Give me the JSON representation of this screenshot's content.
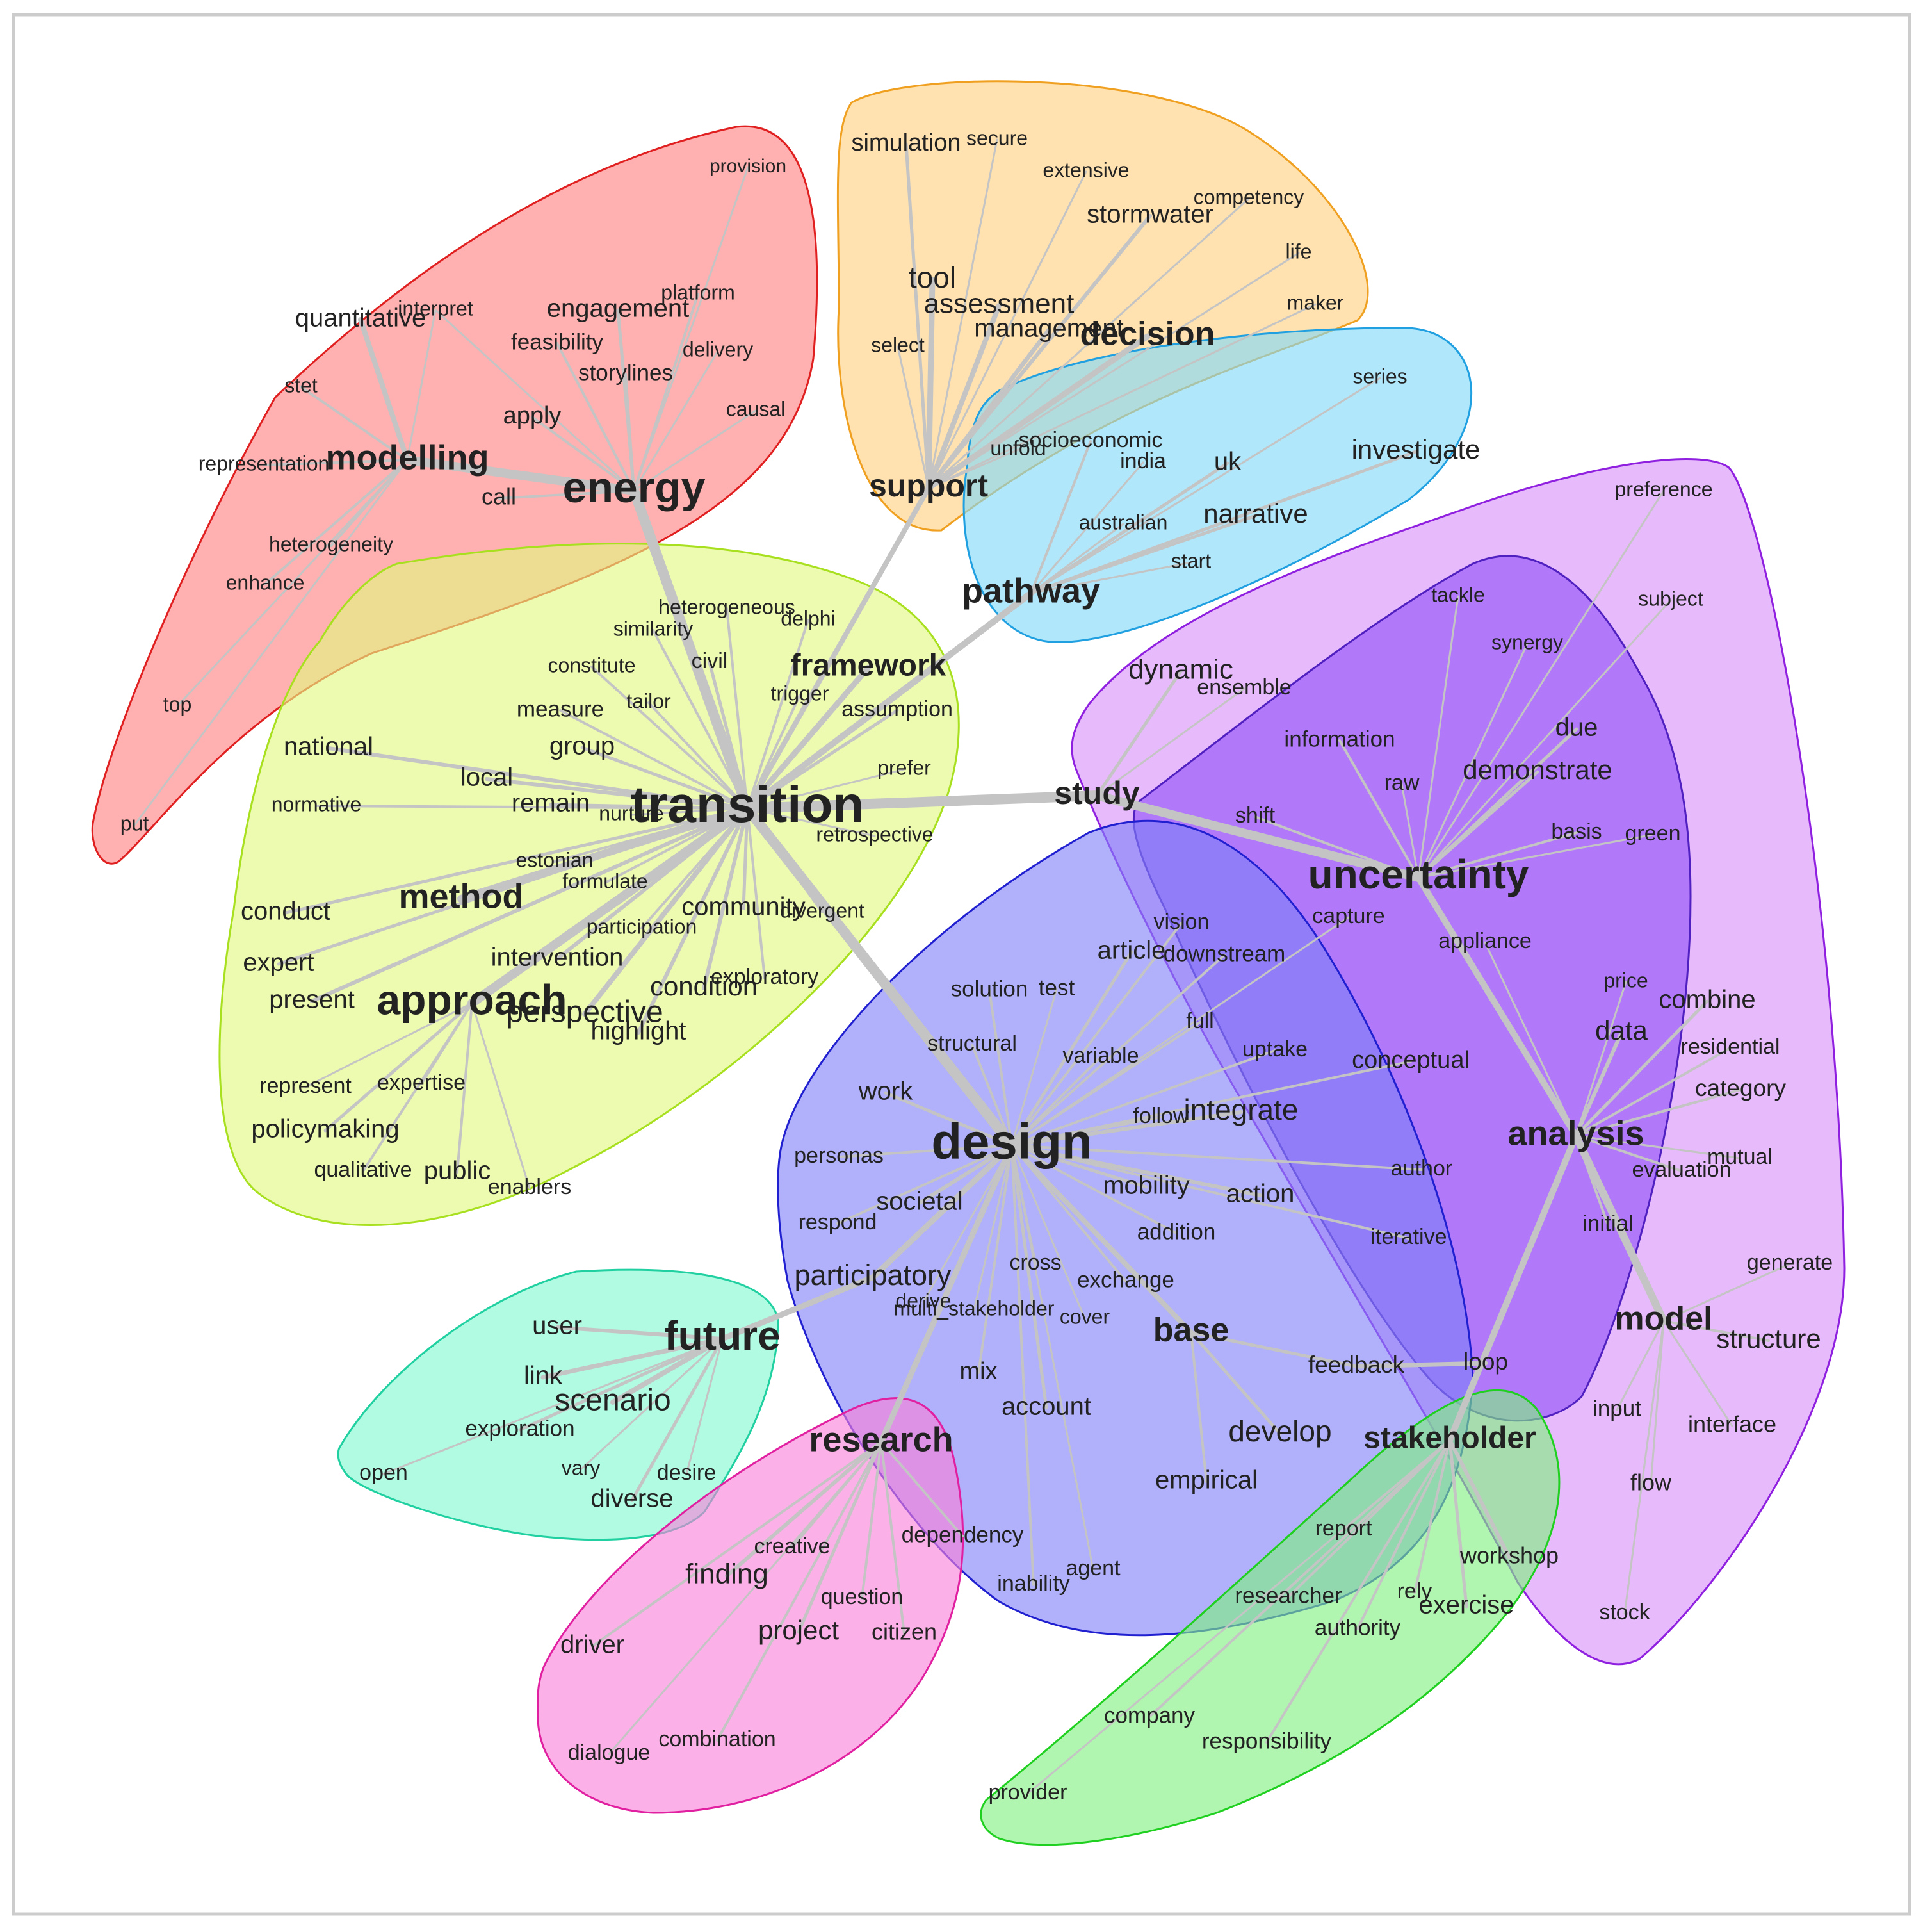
{
  "clusters": [
    {
      "id": "energy",
      "fill": "#ff8080",
      "stroke": "#e02020"
    },
    {
      "id": "support",
      "fill": "#ffd080",
      "stroke": "#f0a020"
    },
    {
      "id": "pathway",
      "fill": "#80d8f8",
      "stroke": "#20a0e0"
    },
    {
      "id": "transition",
      "fill": "#e0f880",
      "stroke": "#a8e020"
    },
    {
      "id": "study",
      "fill": "#d890f8",
      "stroke": "#9020e0"
    },
    {
      "id": "uncertainty",
      "fill": "#9050f8",
      "stroke": "#5020c0"
    },
    {
      "id": "design",
      "fill": "#8080f8",
      "stroke": "#2020d0"
    },
    {
      "id": "future",
      "fill": "#80f8d0",
      "stroke": "#20d0a0"
    },
    {
      "id": "research",
      "fill": "#f880d8",
      "stroke": "#e020a0"
    },
    {
      "id": "stakeholder",
      "fill": "#80f080",
      "stroke": "#20d020"
    }
  ],
  "colors": {
    "edge": "#c4c4c4",
    "label": "#222222",
    "frame": "#cccccc"
  },
  "hubs": [
    "energy",
    "modelling",
    "transition",
    "support",
    "pathway",
    "study",
    "uncertainty",
    "design",
    "analysis",
    "future",
    "research",
    "stakeholder",
    "model",
    "base",
    "method",
    "approach",
    "framework",
    "decision"
  ],
  "words": [
    "provision",
    "quantitative",
    "interpret",
    "platform",
    "engagement",
    "feasibility",
    "delivery",
    "storylines",
    "stet",
    "apply",
    "causal",
    "representation",
    "modelling",
    "call",
    "energy",
    "heterogeneity",
    "enhance",
    "top",
    "put",
    "simulation",
    "secure",
    "extensive",
    "stormwater",
    "competency",
    "life",
    "tool",
    "assessment",
    "maker",
    "management",
    "decision",
    "select",
    "support",
    "series",
    "socioeconomic",
    "unfold",
    "india",
    "uk",
    "investigate",
    "australian",
    "narrative",
    "start",
    "pathway",
    "heterogeneous",
    "delphi",
    "similarity",
    "civil",
    "constitute",
    "framework",
    "trigger",
    "assumption",
    "measure",
    "tailor",
    "group",
    "national",
    "local",
    "prefer",
    "normative",
    "remain",
    "nurture",
    "transition",
    "retrospective",
    "estonian",
    "formulate",
    "method",
    "conduct",
    "community",
    "divergent",
    "participation",
    "expert",
    "intervention",
    "exploratory",
    "present",
    "approach",
    "condition",
    "perspective",
    "highlight",
    "represent",
    "expertise",
    "policymaking",
    "qualitative",
    "public",
    "enablers",
    "preference",
    "subject",
    "tackle",
    "synergy",
    "dynamic",
    "ensemble",
    "due",
    "information",
    "demonstrate",
    "raw",
    "study",
    "shift",
    "basis",
    "green",
    "uncertainty",
    "vision",
    "capture",
    "article",
    "downstream",
    "appliance",
    "price",
    "combine",
    "solution",
    "test",
    "full",
    "data",
    "residential",
    "structural",
    "uptake",
    "conceptual",
    "variable",
    "category",
    "work",
    "integrate",
    "follow",
    "analysis",
    "design",
    "personas",
    "author",
    "mutual",
    "evaluation",
    "mobility",
    "action",
    "societal",
    "respond",
    "addition",
    "iterative",
    "initial",
    "generate",
    "cross",
    "participatory",
    "exchange",
    "model",
    "derive",
    "multi_stakeholder",
    "cover",
    "structure",
    "base",
    "user",
    "future",
    "feedback",
    "loop",
    "mix",
    "link",
    "input",
    "interface",
    "scenario",
    "account",
    "exploration",
    "research",
    "develop",
    "stakeholder",
    "open",
    "vary",
    "desire",
    "empirical",
    "flow",
    "diverse",
    "dependency",
    "creative",
    "report",
    "workshop",
    "agent",
    "finding",
    "inability",
    "question",
    "researcher",
    "rely",
    "exercise",
    "stock",
    "project",
    "citizen",
    "driver",
    "authority",
    "company",
    "combination",
    "dialogue",
    "responsibility",
    "provider"
  ]
}
